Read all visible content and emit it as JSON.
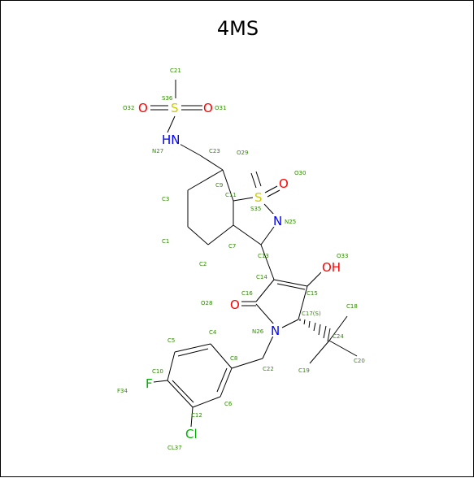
{
  "title": "4MS",
  "colors": {
    "carbon": "#000000",
    "oxygen": "#ff0000",
    "nitrogen": "#0000ff",
    "sulfur": "#cccc00",
    "fluorine": "#00b000",
    "chlorine": "#00b000",
    "index": "#2e8b00"
  },
  "atom_symbols": [
    {
      "id": "O32",
      "text": "O",
      "color": "#ff0000"
    },
    {
      "id": "S36",
      "text": "S",
      "color": "#cccc00"
    },
    {
      "id": "O31",
      "text": "O",
      "color": "#ff0000"
    },
    {
      "id": "N27",
      "text": "HN",
      "color": "#0000ff"
    },
    {
      "id": "S35",
      "text": "S",
      "color": "#cccc00"
    },
    {
      "id": "O30",
      "text": "O",
      "color": "#ff0000"
    },
    {
      "id": "N25",
      "text": "N",
      "color": "#0000ff"
    },
    {
      "id": "O33",
      "text": "OH",
      "color": "#ff0000"
    },
    {
      "id": "O28",
      "text": "O",
      "color": "#ff0000"
    },
    {
      "id": "N26",
      "text": "N",
      "color": "#0000ff"
    },
    {
      "id": "F34",
      "text": "F",
      "color": "#00b000"
    },
    {
      "id": "CL37",
      "text": "Cl",
      "color": "#00b000"
    }
  ],
  "atom_labels": [
    "C21",
    "S36",
    "O32",
    "O31",
    "N27",
    "C23",
    "O29",
    "O30",
    "C9",
    "C11",
    "C3",
    "S35",
    "N25",
    "C1",
    "C7",
    "C13",
    "C2",
    "O33",
    "C14",
    "C15",
    "C16",
    "C17(S)",
    "O28",
    "C18",
    "N26",
    "C24",
    "C5",
    "C4",
    "C8",
    "C22",
    "C20",
    "C19",
    "C10",
    "F34",
    "C6",
    "C12",
    "CL37"
  ]
}
